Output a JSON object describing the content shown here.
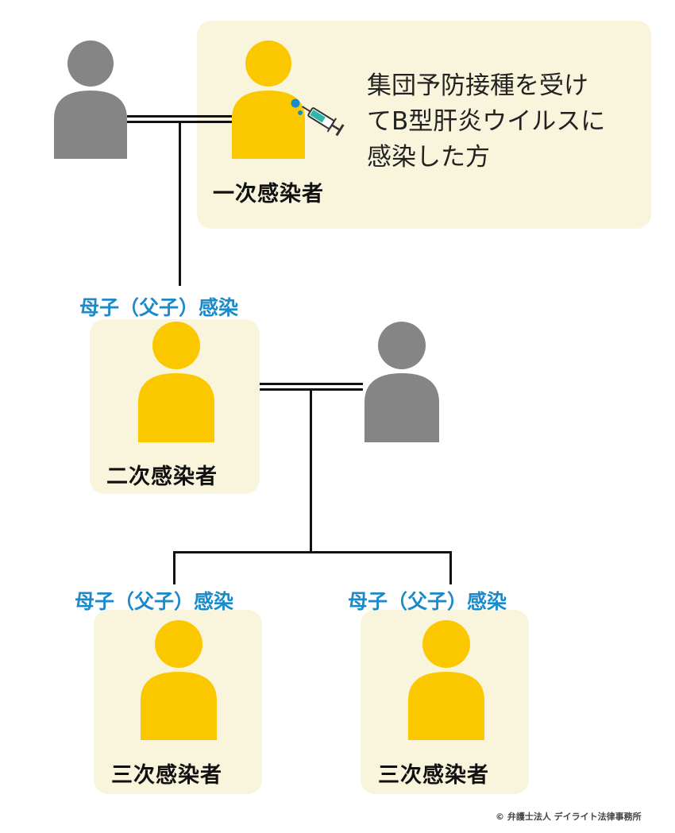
{
  "colors": {
    "infected": "#fbc800",
    "uninfected": "#858585",
    "box_bg": "#f9f5dc",
    "tag_text": "#1b8ac8",
    "line": "#111111"
  },
  "primary": {
    "label": "一次感染者",
    "description_lines": [
      "集団予防接種を受け",
      "てB型肝炎ウイルスに",
      "感染した方"
    ],
    "icon": "syringe-icon"
  },
  "secondary": {
    "transmission": "母子（父子）感染",
    "label": "二次感染者"
  },
  "tertiary": [
    {
      "transmission": "母子（父子）感染",
      "label": "三次感染者"
    },
    {
      "transmission": "母子（父子）感染",
      "label": "三次感染者"
    }
  ],
  "copyright": "© 弁護士法人 デイライト法律事務所"
}
